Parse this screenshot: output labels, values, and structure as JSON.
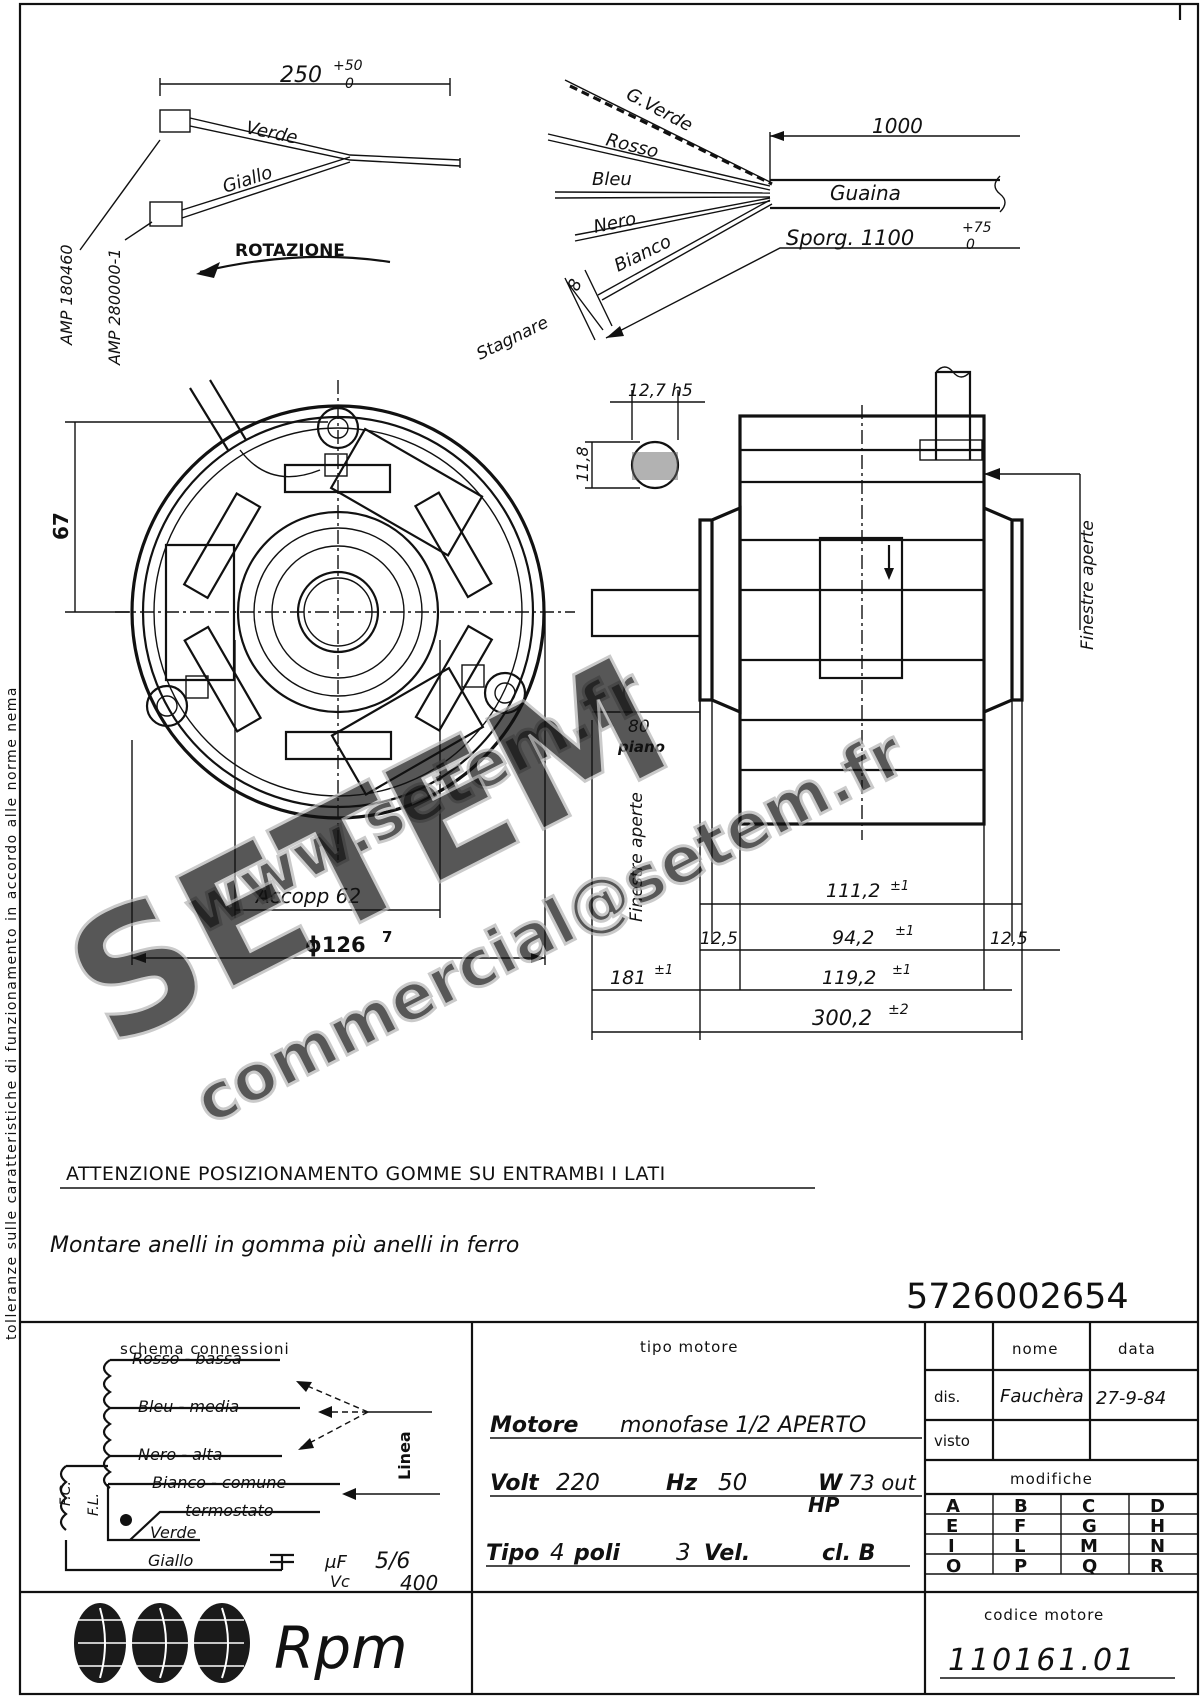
{
  "side_note": "tolleranze sulle caratteristiche di funzionamento in accordo alle norme nema",
  "cable_left": {
    "length": "250",
    "length_tol_upper": "+50",
    "length_tol_lower": "0",
    "wire_1": "Verde",
    "wire_2": "Giallo",
    "connector_1": "AMP 180460",
    "connector_2": "AMP 280000-1",
    "rotation": "ROTAZIONE"
  },
  "cable_right": {
    "wire_1": "G.Verde",
    "wire_2": "Rosso",
    "wire_3": "Bleu",
    "wire_4": "Nero",
    "wire_5": "Bianco",
    "length": "1000",
    "sheath": "Guaina",
    "overhang": "Sporg. 1100",
    "overhang_tol_upper": "+75",
    "overhang_tol_lower": "0",
    "strip_length": "8",
    "tin": "Stagnare"
  },
  "front_view": {
    "height": "67",
    "coupling": "Accopp 62",
    "diameter": "ϕ126",
    "diameter_tol": "7"
  },
  "side_view": {
    "shaft": "12,7 h5",
    "flat": "11,8",
    "flat_len": "80",
    "flat_label": "piano",
    "windows_left": "Finestre aperte",
    "windows_right": "Finestre aperte",
    "dim_111": "111,2",
    "dim_94": "94,2",
    "dim_125_left": "12,5",
    "dim_125_right": "12,5",
    "dim_181": "181",
    "dim_119": "119,2",
    "dim_300": "300,2",
    "tol_1": "±1",
    "tol_2": "±2"
  },
  "watermark": {
    "site": "www.setem.fr",
    "brand": "SETEM",
    "mail": "commercial@setem.fr"
  },
  "notes": {
    "attention": "ATTENZIONE  POSIZIONAMENTO   GOMME SU ENTRAMBI I LATI",
    "mount": "Montare anelli in gomma più anelli in ferro",
    "drawing_number": "5726002654"
  },
  "schema": {
    "title": "schema  connessioni",
    "rosso": "Rosso - bassa",
    "bleu": "Bleu - media",
    "nero": "Nero - alta",
    "bianco": "Bianco - comune",
    "termostato": "termostato",
    "verde": "Verde",
    "giallo": "Giallo",
    "fc": "F.C.",
    "fl": "F.L.",
    "linea": "Linea",
    "cap_unit_1": "μF",
    "cap_unit_2": "Vc",
    "cap_value": "5/6",
    "cap_voltage": "400"
  },
  "motor": {
    "header": "tipo  motore",
    "line1_bold": "Motore",
    "line1_rest": "monofase 1/2 APERTO",
    "volt_label": "Volt",
    "volt": "220",
    "hz_label": "Hz",
    "hz": "50",
    "w_label": "W",
    "w": "73 out",
    "hp_label": "HP",
    "tipo_label": "Tipo",
    "poles_value": "4",
    "poles_label": "poli",
    "speeds_value": "3",
    "speeds_label": "Vel.",
    "class": "cl. B"
  },
  "signature_block": {
    "col_nome": "nome",
    "col_data": "data",
    "row_dis": "dis.",
    "dis_name": "Fauchèra",
    "dis_date": "27-9-84",
    "row_visto": "visto",
    "modifiche": "modifiche",
    "letters": [
      "A",
      "B",
      "C",
      "D",
      "E",
      "F",
      "G",
      "H",
      "I",
      "L",
      "M",
      "N",
      "O",
      "P",
      "Q",
      "R"
    ],
    "codice_label": "codice  motore",
    "codice": "110161.01"
  },
  "logo": {
    "text": "Rpm"
  }
}
